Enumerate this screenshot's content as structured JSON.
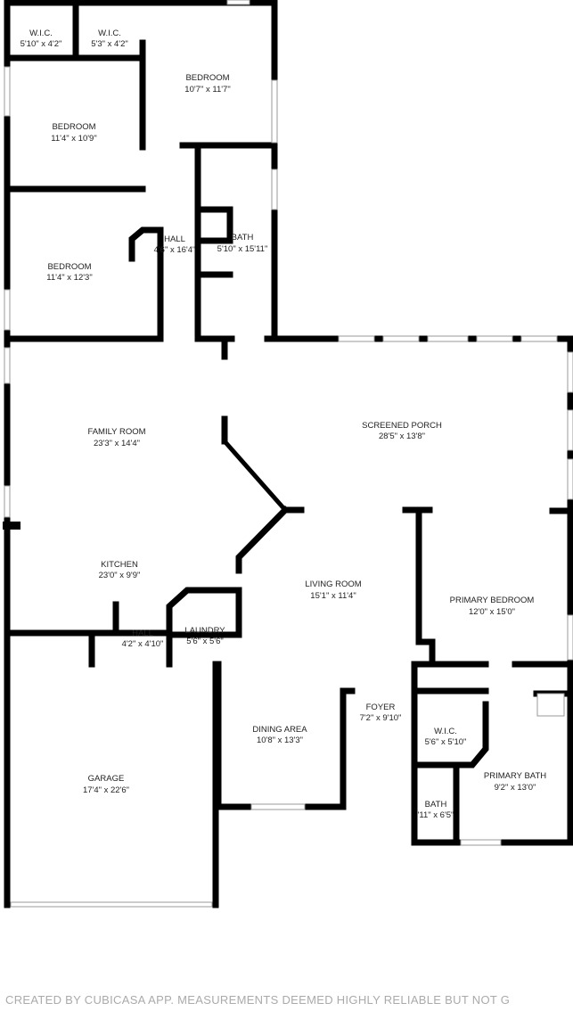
{
  "rooms": [
    {
      "name": "W.I.C.",
      "size": "5'10\" x 4'2\""
    },
    {
      "name": "W.I.C.",
      "size": "5'3\" x 4'2\""
    },
    {
      "name": "BEDROOM",
      "size": "10'7\" x 11'7\""
    },
    {
      "name": "BEDROOM",
      "size": "11'4\" x 10'9\""
    },
    {
      "name": "BEDROOM",
      "size": "11'4\" x 12'3\""
    },
    {
      "name": "HALL",
      "size": "4'6\" x 16'4\""
    },
    {
      "name": "BATH",
      "size": "5'10\" x 15'11\""
    },
    {
      "name": "FAMILY ROOM",
      "size": "23'3\" x 14'4\""
    },
    {
      "name": "SCREENED PORCH",
      "size": "28'5\" x 13'8\""
    },
    {
      "name": "KITCHEN",
      "size": "23'0\" x 9'9\""
    },
    {
      "name": "LIVING ROOM",
      "size": "15'1\" x 11'4\""
    },
    {
      "name": "PRIMARY BEDROOM",
      "size": "12'0\" x 15'0\""
    },
    {
      "name": "HALL",
      "size": "4'2\" x 4'10\""
    },
    {
      "name": "LAUNDRY",
      "size": "5'6\" x 5'6\""
    },
    {
      "name": "FOYER",
      "size": "7'2\" x 9'10\""
    },
    {
      "name": "W.I.C.",
      "size": "5'6\" x 5'10\""
    },
    {
      "name": "DINING AREA",
      "size": "10'8\" x 13'3\""
    },
    {
      "name": "PRIMARY BATH",
      "size": "9'2\" x 13'0\""
    },
    {
      "name": "GARAGE",
      "size": "17'4\" x 22'6\""
    },
    {
      "name": "BATH",
      "size": "'11\" x 6'5\""
    }
  ],
  "footer": "CREATED BY CUBICASA APP. MEASUREMENTS DEEMED HIGHLY RELIABLE BUT NOT G"
}
